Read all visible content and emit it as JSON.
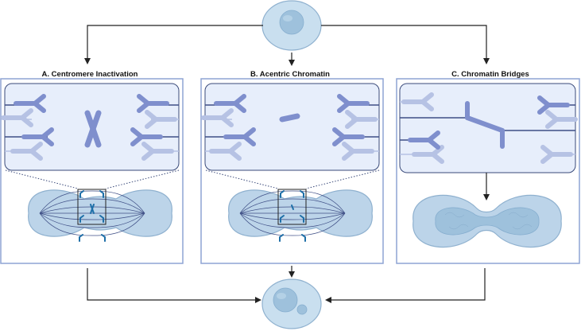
{
  "panels": [
    {
      "id": "A",
      "title": "A. Centromere Inactivation"
    },
    {
      "id": "B",
      "title": "B. Acentric Chromatin"
    },
    {
      "id": "C",
      "title": "C. Chromatin Bridges"
    }
  ],
  "colors": {
    "chromosome": "#7f8fcd",
    "chromosome_light": "#b6c2e4",
    "panel_border": "#8ea4d4",
    "zoom_bg": "#e7eefb",
    "zoom_border": "#3a4a7a",
    "cell_fill": "#bcd4e9",
    "cell_stroke": "#8fb1cf",
    "nucleus": "#9ec1dc",
    "spindle": "#3f4f86",
    "chromatin_mark": "#1e6fa8",
    "arrow": "#222222"
  }
}
